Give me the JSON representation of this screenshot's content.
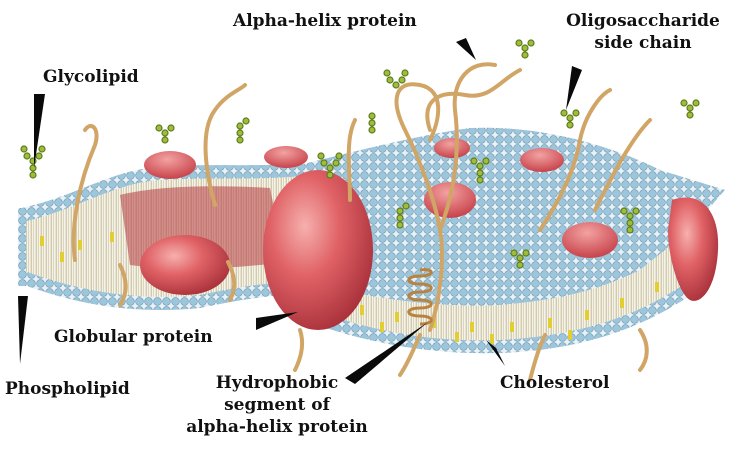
{
  "labels": {
    "alpha_helix": "Alpha-helix protein",
    "oligo_line1": "Oligosaccharide",
    "oligo_line2": "side chain",
    "glycolipid": "Glycolipid",
    "globular": "Globular protein",
    "phospholipid": "Phospholipid",
    "hydrophobic_line1": "Hydrophobic",
    "hydrophobic_line2": "segment of",
    "hydrophobic_line3": "alpha-helix protein",
    "cholesterol": "Cholesterol"
  },
  "colors": {
    "head": "#9cc6dc",
    "head_stroke": "#6f98b0",
    "tail": "#c9c2a6",
    "protein": "#de5a5f",
    "protein_dark": "#b3363b",
    "protein_light": "#f4a3a3",
    "glyco": "#9fbd3a",
    "glyco_dark": "#5d7c1d",
    "fiber": "#d1a566",
    "fiber_dark": "#a97a37",
    "cholesterol": "#e2cd32",
    "pointer": "#0a0a0a"
  }
}
